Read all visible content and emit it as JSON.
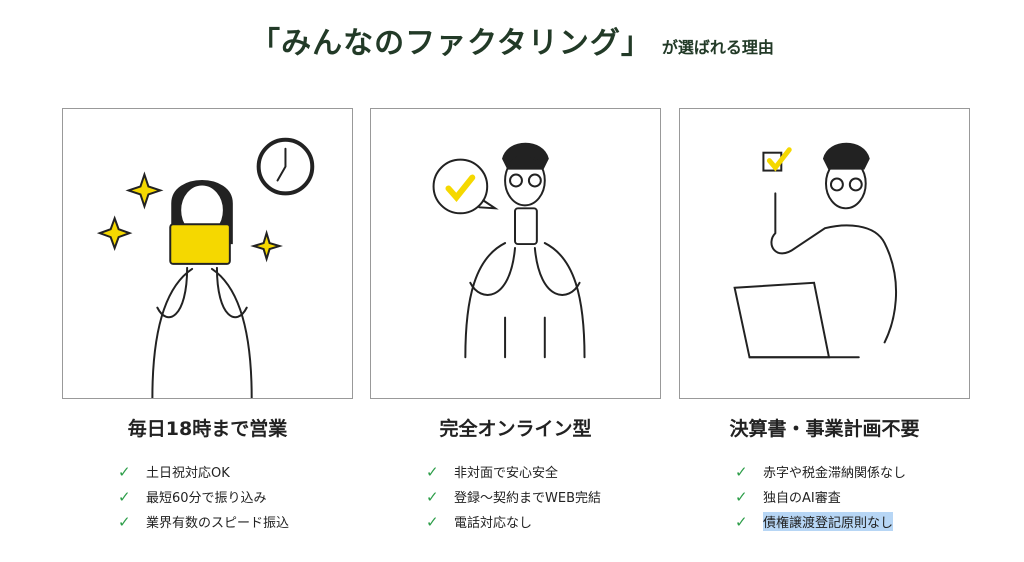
{
  "header": {
    "title": "「みんなのファクタリング」",
    "subtitle": "が選ばれる理由"
  },
  "colors": {
    "accent": "#f5d800",
    "title": "#223a27",
    "check": "#2e9e4a"
  },
  "features": [
    {
      "title": "毎日18時まで営業",
      "items": [
        "土日祝対応OK",
        "最短60分で振り込み",
        "業界有数のスピード振込"
      ]
    },
    {
      "title": "完全オンライン型",
      "items": [
        "非対面で安心安全",
        "登録～契約までWEB完結",
        "電話対応なし"
      ]
    },
    {
      "title": "決算書・事業計画不要",
      "items": [
        "赤字や税金滞納関係なし",
        "独自のAI審査",
        "債権譲渡登記原則なし"
      ]
    }
  ]
}
